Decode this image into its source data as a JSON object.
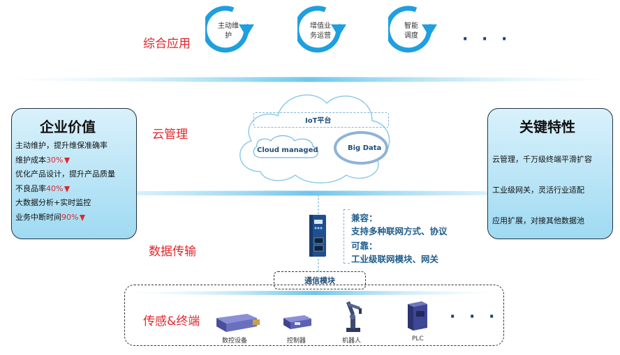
{
  "layers": {
    "application": "综合应用",
    "cloud": "云管理",
    "transport": "数据传输",
    "sensing": "传感&终端"
  },
  "applications": [
    {
      "label_line1": "主动维",
      "label_line2": "护"
    },
    {
      "label_line1": "增值业",
      "label_line2": "务运营"
    },
    {
      "label_line1": "智能",
      "label_line2": "调度"
    }
  ],
  "ellipsis": "· · ·",
  "enterprise_value": {
    "title": "企业价值",
    "items": [
      {
        "text": "主动维护，提升维保准确率",
        "metric": ""
      },
      {
        "text": "维护成本",
        "metric": "30%"
      },
      {
        "text": "优化产品设计，提升产品质量",
        "metric": ""
      },
      {
        "text": "不良品率",
        "metric": "40%"
      },
      {
        "text": "大数据分析+实时监控",
        "metric": ""
      },
      {
        "text": "业务中断时间",
        "metric": "90%"
      }
    ]
  },
  "key_features": {
    "title": "关键特性",
    "items": [
      "云管理，千万级终端平滑扩容",
      "工业级网关，灵活行业适配",
      "应用扩展，对接其他数据池"
    ]
  },
  "cloud": {
    "iot_platform": "IoT平台",
    "cloud_managed": "Cloud managed",
    "big_data": "Big Data"
  },
  "gateway_info": {
    "compat_title": "兼容：",
    "compat_text": "支持多种联网方式、协议",
    "reliable_title": "可靠：",
    "reliable_text": "工业级联网模块、网关"
  },
  "comm_module": "通信模块",
  "devices": [
    {
      "label": "数控设备",
      "icon": "cnc-machine-icon"
    },
    {
      "label": "控制器",
      "icon": "controller-icon"
    },
    {
      "label": "机器人",
      "icon": "robot-arm-icon"
    },
    {
      "label": "PLC",
      "icon": "plc-icon"
    }
  ],
  "colors": {
    "accent_red": "#e0262b",
    "cycle_blue": "#1e9fe0",
    "panel_blue": "#9fdaf2",
    "text_blue": "#1f5d8c"
  }
}
